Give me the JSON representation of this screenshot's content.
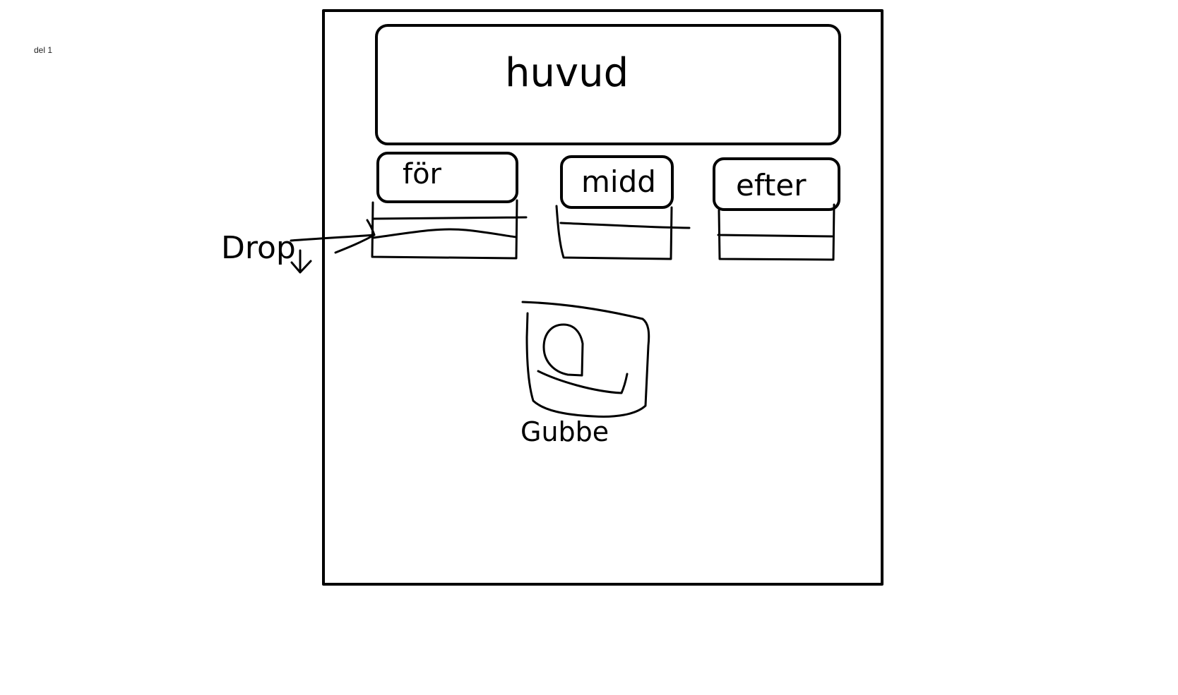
{
  "page_label": "del 1",
  "sketch": {
    "header_text": "huvud",
    "columns": [
      {
        "label": "för"
      },
      {
        "label": "midd"
      },
      {
        "label": "efter"
      }
    ],
    "dropdown_annotation": "Drop",
    "image_caption": "Gubbe"
  }
}
